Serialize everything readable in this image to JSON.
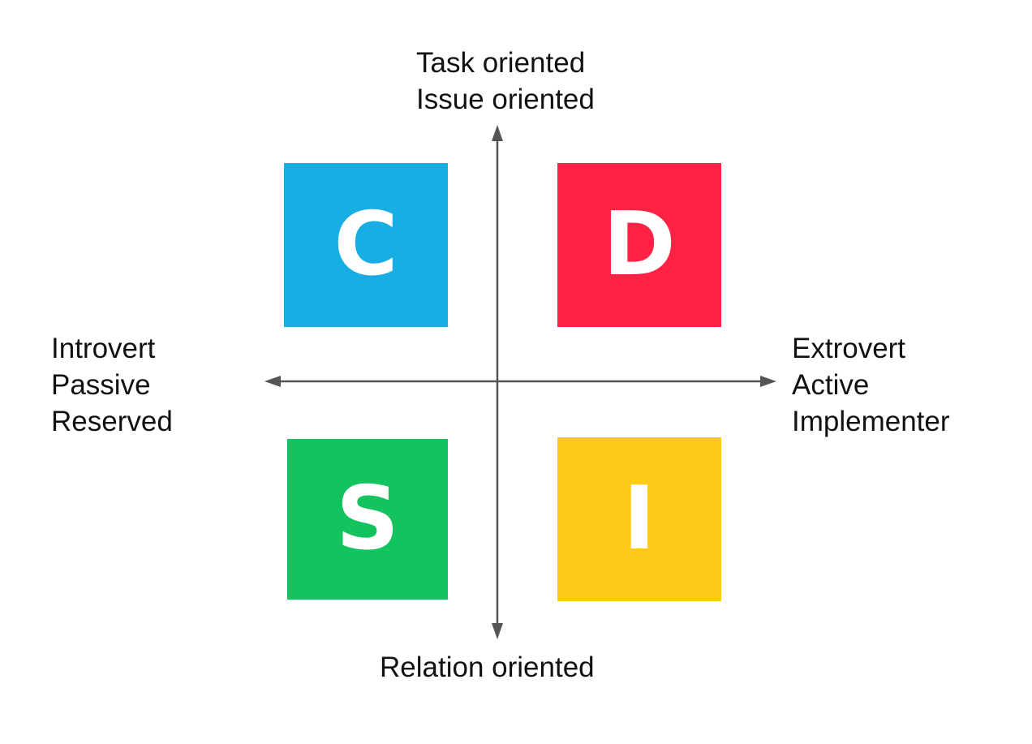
{
  "labels": {
    "top": [
      "Task oriented",
      "Issue oriented"
    ],
    "left": [
      "Introvert",
      "Passive",
      "Reserved"
    ],
    "right": [
      "Extrovert",
      "Active",
      "Implementer"
    ],
    "bottom": [
      "Relation oriented"
    ]
  },
  "quadrants": {
    "top_left": {
      "letter": "C",
      "color": "#18ADE3"
    },
    "top_right": {
      "letter": "D",
      "color": "#FF2244"
    },
    "bottom_left": {
      "letter": "S",
      "color": "#13C35E"
    },
    "bottom_right": {
      "letter": "I",
      "color": "#FFC918"
    }
  },
  "axis_color": "#555555"
}
